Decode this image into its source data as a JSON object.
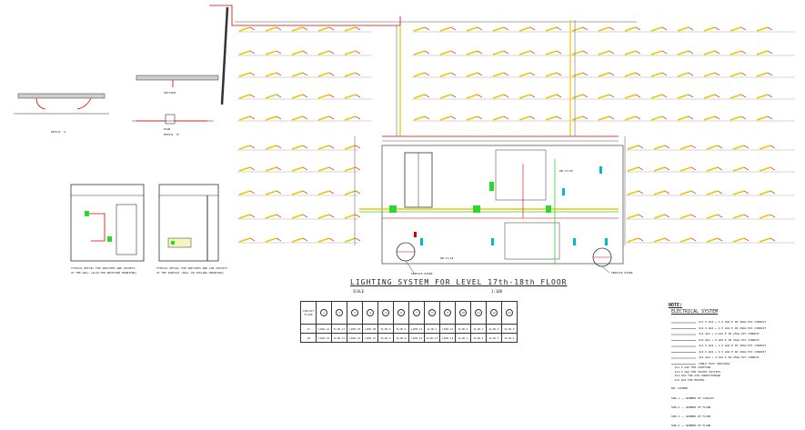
{
  "drawing": {
    "title": "LIGHTING SYSTEM FOR LEVEL 17th-18th FLOOR",
    "scale_label": "SCALE",
    "scale_value": "1:100"
  },
  "details": {
    "detail_a_caption": "DETAIL 'A'",
    "section_caption": "SECTION",
    "plan_caption": "PLAN",
    "detail_b_caption": "DETAIL 'B'",
    "mount_left_caption_1": "TYPICAL DETAIL FOR SWITCHES AND SOCKETS",
    "mount_left_caption_2": "AT THE WALL (ALSO FOR RECESSED MOUNTING)",
    "mount_right_caption_1": "TYPICAL DETAIL FOR SWITCHES AND LAB OUTLETS",
    "mount_right_caption_2": "AT THE SURFACE (WALL OR CEILING MOUNTING)"
  },
  "callouts": {
    "riser_a": "SERVICE RISER",
    "riser_b": "SERVICE RISER",
    "db_a": "DB-17/18",
    "db_b": "DB-17/18"
  },
  "schedule": {
    "header_corner_top": "CIRCUIT",
    "header_corner_bottom": "FLOOR",
    "circuit_numbers": [
      "1",
      "2",
      "3",
      "4",
      "5",
      "6",
      "7",
      "8",
      "9",
      "10",
      "11",
      "12",
      "13"
    ],
    "rows": [
      {
        "floor": "17",
        "cells": [
          "L1DB-1A",
          "SL1B-17",
          "L1DB-18",
          "L1DB-1B",
          "SL1B-5",
          "SL1B-6",
          "L1DB-14",
          "SL1B-4",
          "L1DB-14",
          "SL1B-1",
          "SL1B-2",
          "SL1B-3",
          "SL1B-5"
        ]
      },
      {
        "floor": "18",
        "cells": [
          "L1DB-15",
          "SL1B-17",
          "L1DB-16",
          "L1DB-1C",
          "SL1B-5",
          "SL1B-6",
          "L1DB-15",
          "SL1B-17",
          "L1DB-14",
          "SL1B-1",
          "SL1B-2",
          "SL1B-3",
          "SL1B-5"
        ]
      }
    ]
  },
  "notes": {
    "heading": "NOTE:",
    "subheading": "ELECTRICAL SYSTEM",
    "items": [
      "2x1.5 mm2 + 1.5 mm2 E IN 20mm PVC CONDUIT",
      "2x2.5 mm2 + 2.5 mm2 E IN 20mm PVC CONDUIT",
      "2x4 mm2 + 4 mm2 E IN 25mm PVC CONDUIT",
      "2x6 mm2 + 6 mm2 E IN 25mm PVC CONDUIT",
      "4x1.5 mm2 + 1.5 mm2 E IN 20mm PVC CONDUIT",
      "4x2.5 mm2 + 2.5 mm2 E IN 20mm PVC CONDUIT",
      "4x4 mm2 + 4 mm2 E IN 25mm PVC CONDUIT",
      "CABLE TRAY 300x50mm"
    ],
    "extra": [
      "- 2x1.5 mm2 FOR LIGHTING",
      "- 2x2.5 mm2 FOR SOCKET OUTLETS",
      "- 2x4 mm2 FOR AIR CONDITIONING",
      "- 2x6 mm2 FOR HEATER"
    ],
    "legend_heading": "DB: LEGEND",
    "legend": [
      {
        "code": "SDB-1",
        "text": "NUMBER OF CIRCUIT"
      },
      {
        "code": "SDB-2",
        "text": "NUMBER OF FLOOR"
      },
      {
        "code": "SDB-3",
        "text": "NUMBER OF FLOOR"
      },
      {
        "code": "SDB-4",
        "text": "NUMBER OF FLOOR"
      }
    ]
  },
  "colors": {
    "wire_red": "#d40000",
    "fixture_yellow": "#e8c800",
    "wire_green": "#2bd82b",
    "accent_cyan": "#00b8c8",
    "wall_gray": "#555555"
  }
}
